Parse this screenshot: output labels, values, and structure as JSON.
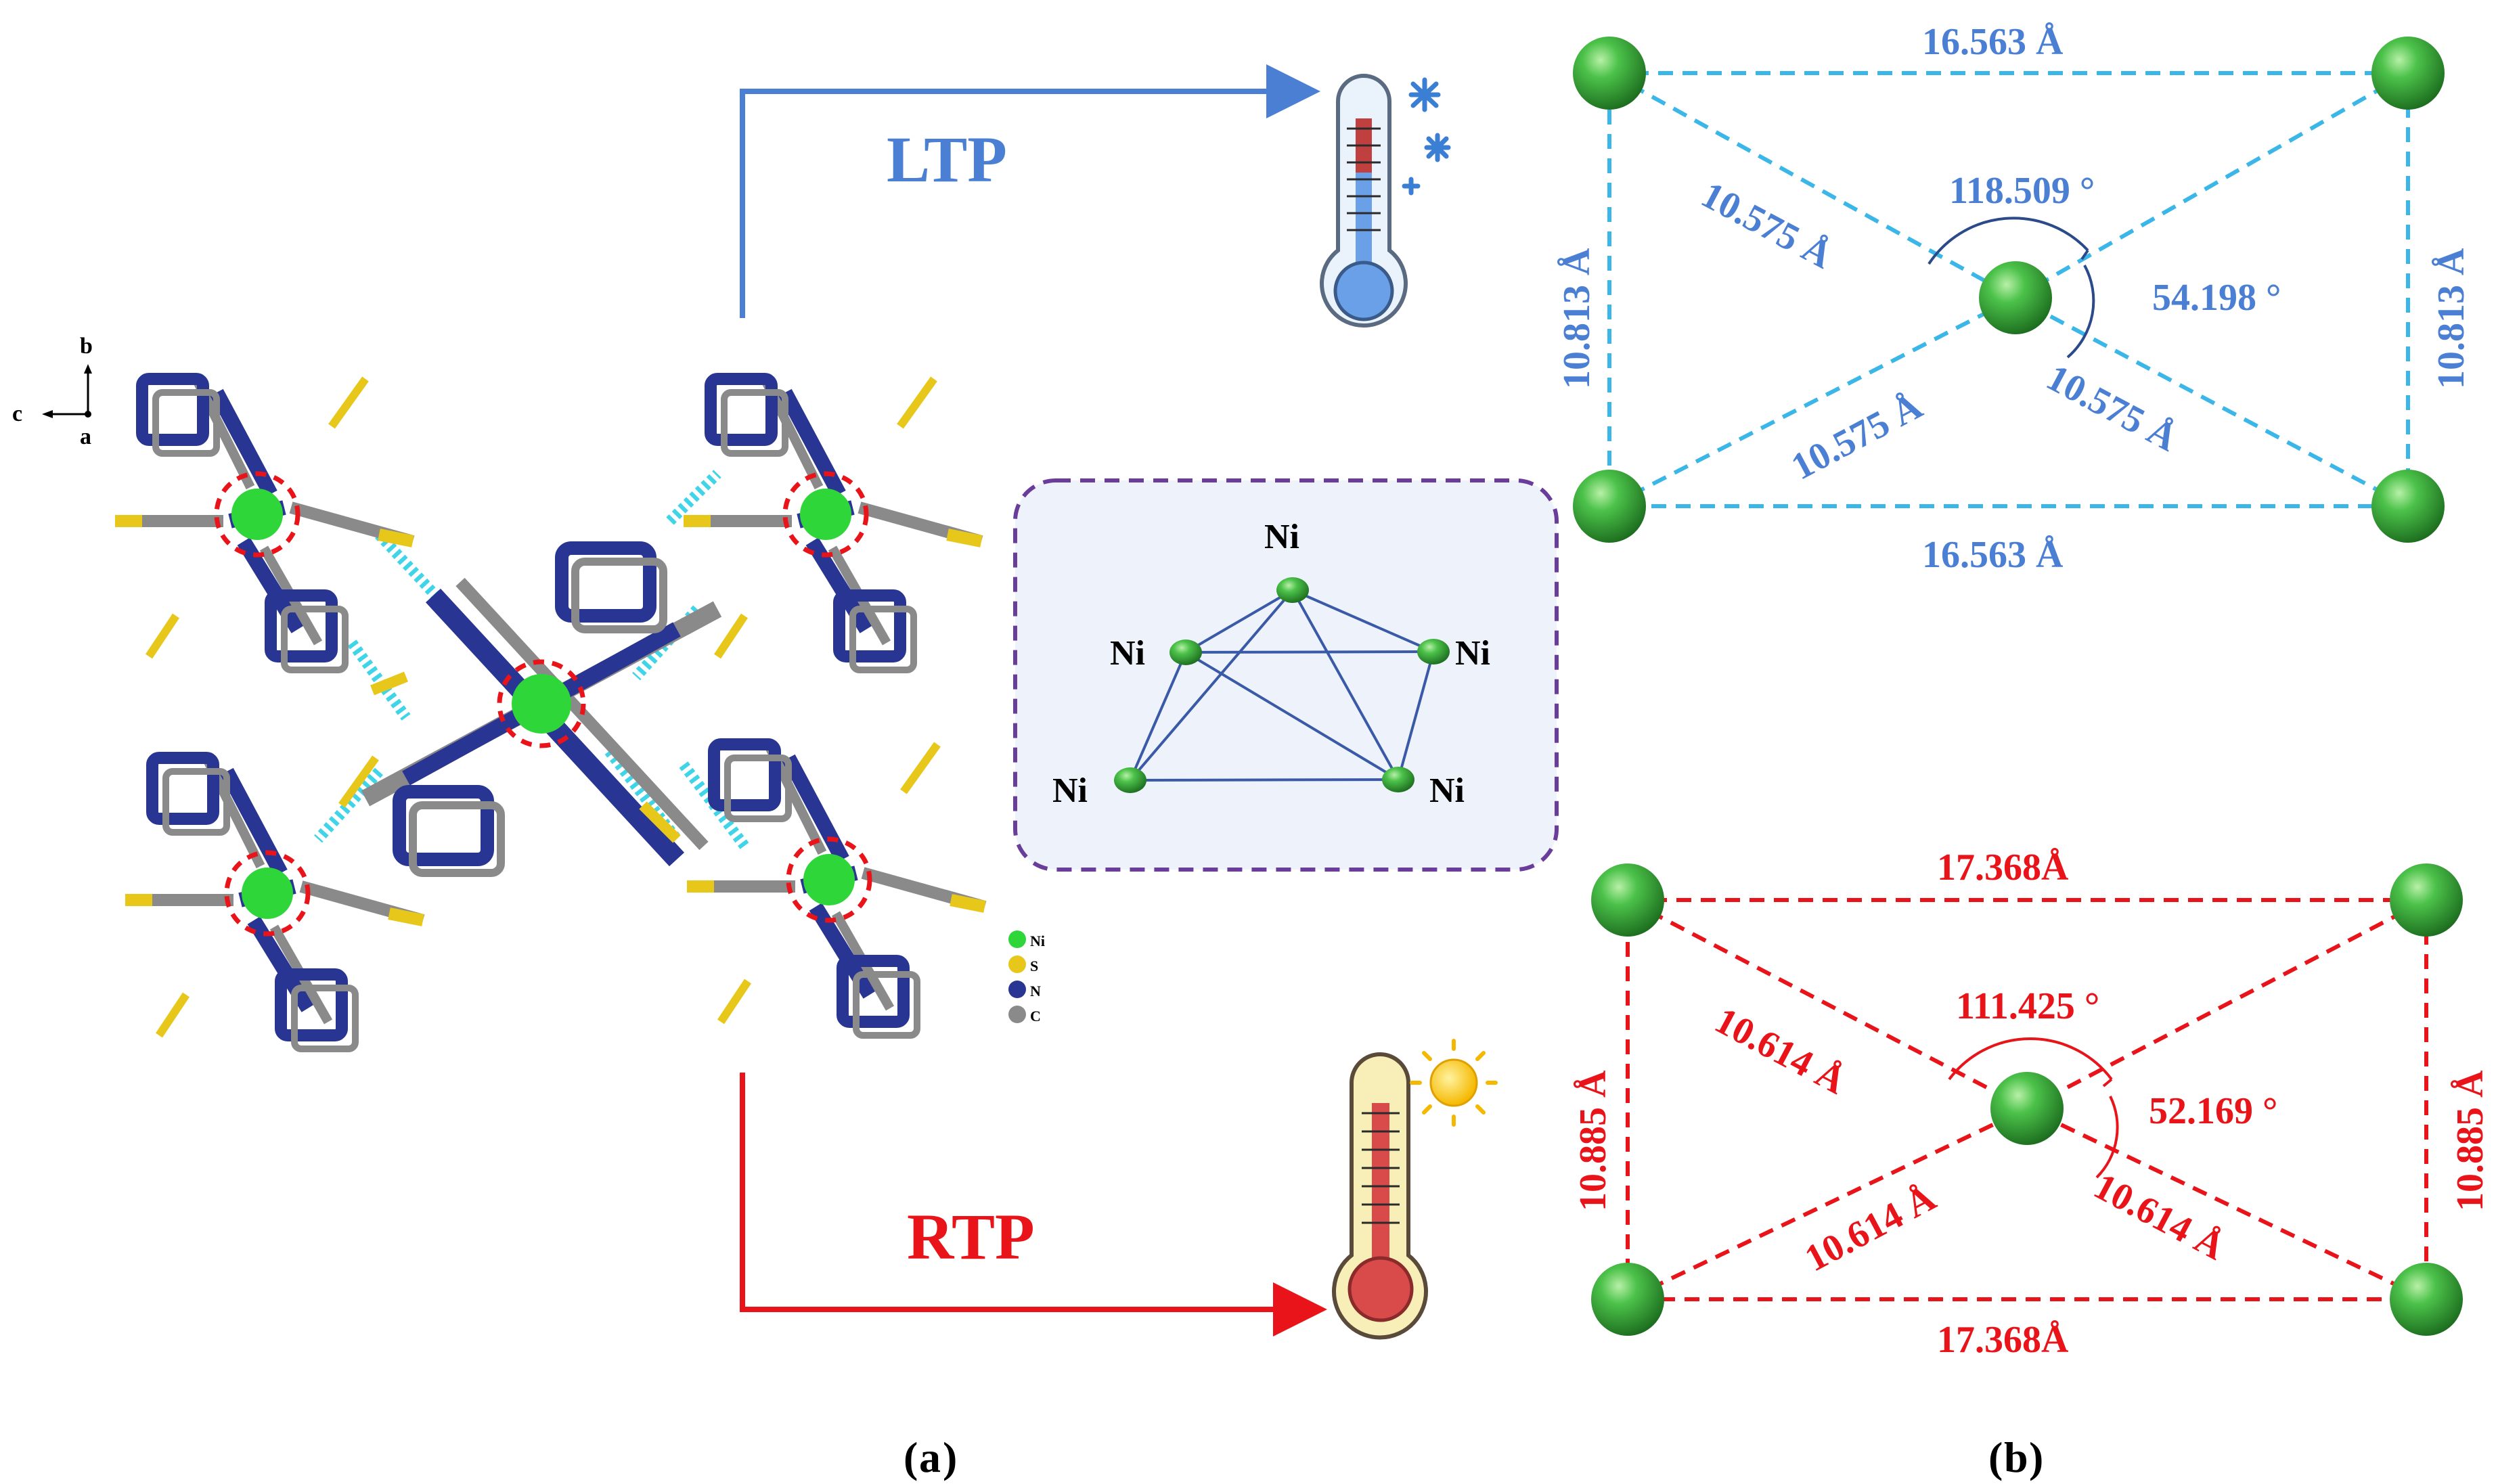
{
  "colors": {
    "ltp": "#4a7fd4",
    "ltp_dash": "#3bb6e8",
    "rtp": "#e8141a",
    "ni": "#3aa83a",
    "s": "#e6c71a",
    "n": "#283593",
    "c": "#8a8a8a",
    "hbond": "#3fd4e8",
    "cluster_box": "#6a3d9a",
    "cluster_fill": "#eef3fb"
  },
  "axes": {
    "b": "b",
    "c": "c",
    "a": "a"
  },
  "legend": [
    {
      "symbol": "Ni",
      "color": "#2fd63a"
    },
    {
      "symbol": "S",
      "color": "#e6c71a"
    },
    {
      "symbol": "N",
      "color": "#283593"
    },
    {
      "symbol": "C",
      "color": "#8a8a8a"
    }
  ],
  "arrows": {
    "ltp_label": "LTP",
    "rtp_label": "RTP",
    "ltp_icon": "thermometer-cold-icon",
    "rtp_icon": "thermometer-hot-icon"
  },
  "cluster": {
    "atom_labels": [
      "Ni",
      "Ni",
      "Ni",
      "Ni",
      "Ni"
    ]
  },
  "ltp_panel": {
    "top": "16.563 Å",
    "bottom": "16.563 Å",
    "left": "10.813 Å",
    "right": "10.813 Å",
    "diag_ul": "10.575 Å",
    "diag_ll": "10.575 Å",
    "diag_lr": "10.575 Å",
    "angle_large": "118.509 °",
    "angle_small": "54.198 °"
  },
  "rtp_panel": {
    "top": "17.368Å",
    "bottom": "17.368Å",
    "left": "10.885 Å",
    "right": "10.885 Å",
    "diag_ul": "10.614 Å",
    "diag_ll": "10.614 Å",
    "diag_lr": "10.614 Å",
    "angle_large": "111.425 °",
    "angle_small": "52.169 °"
  },
  "captions": {
    "a": "a",
    "b": "b"
  }
}
